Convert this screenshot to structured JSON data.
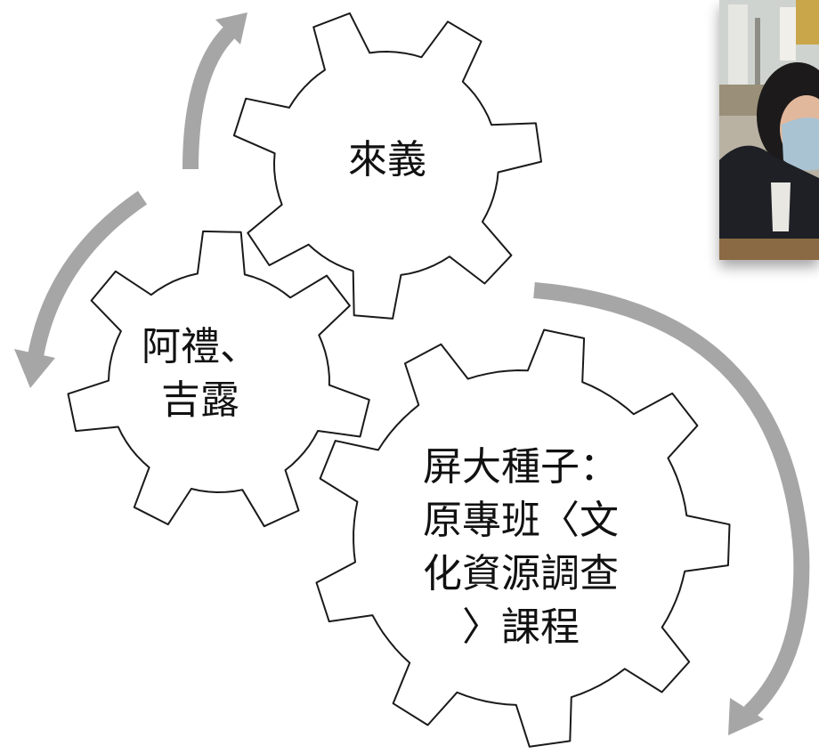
{
  "gears": [
    {
      "id": "top",
      "lines": [
        "來義"
      ]
    },
    {
      "id": "left",
      "lines": [
        "阿禮、",
        "吉露"
      ]
    },
    {
      "id": "big",
      "lines": [
        "屏大種子：",
        "原專班〈文",
        "化資源調查",
        "〉課程"
      ]
    }
  ],
  "colors": {
    "arrow": "#a6a6a6",
    "gear_fill": "#ffffff",
    "gear_stroke": "#1a1a1a",
    "text": "#111111"
  },
  "photo": {
    "subject": "person wearing a light blue face mask and dark jacket, classroom with chairs in background",
    "icon": "photo-icon"
  }
}
